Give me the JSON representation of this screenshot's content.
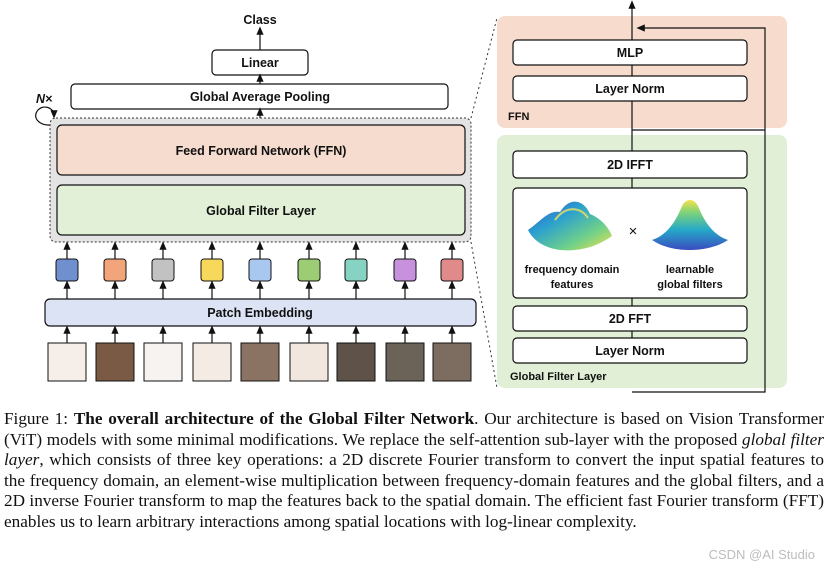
{
  "labels": {
    "class": "Class",
    "linear": "Linear",
    "gap": "Global Average Pooling",
    "repeat": "N×",
    "ffn": "Feed Forward Network (FFN)",
    "gfl": "Global Filter Layer",
    "patch_embedding": "Patch Embedding"
  },
  "ffn_detail": {
    "section_label": "FFN",
    "mlp": "MLP",
    "layer_norm": "Layer Norm"
  },
  "gfl_detail": {
    "section_label": "Global Filter Layer",
    "ifft": "2D IFFT",
    "fft": "2D FFT",
    "layer_norm": "Layer Norm",
    "freq_label_1": "frequency domain",
    "freq_label_2": "features",
    "filter_label_1": "learnable",
    "filter_label_2": "global filters",
    "times": "×"
  },
  "token_colors": [
    "#6f8fcf",
    "#f2a47a",
    "#c2c2c2",
    "#f7d85a",
    "#a9c8ef",
    "#9ccc74",
    "#86d3c4",
    "#c891dd",
    "#e08a8a"
  ],
  "caption": {
    "prefix": "Figure 1: ",
    "title": "The overall architecture of the Global Filter Network",
    "part1": ". Our architecture is based on Vision Transformer (ViT) models with some minimal modifications. We replace the self-attention sub-layer with the proposed ",
    "emph": "global filter layer",
    "part2": ", which consists of three key operations: a 2D discrete Fourier transform to convert the input spatial features to the frequency domain, an element-wise multiplication between frequency-domain features and the global filters, and a 2D inverse Fourier transform to map the features back to the spatial domain. The efficient fast Fourier transform (FFT) enables us to learn arbitrary interactions among spatial locations with log-linear complexity."
  },
  "watermark": "CSDN @AI Studio"
}
